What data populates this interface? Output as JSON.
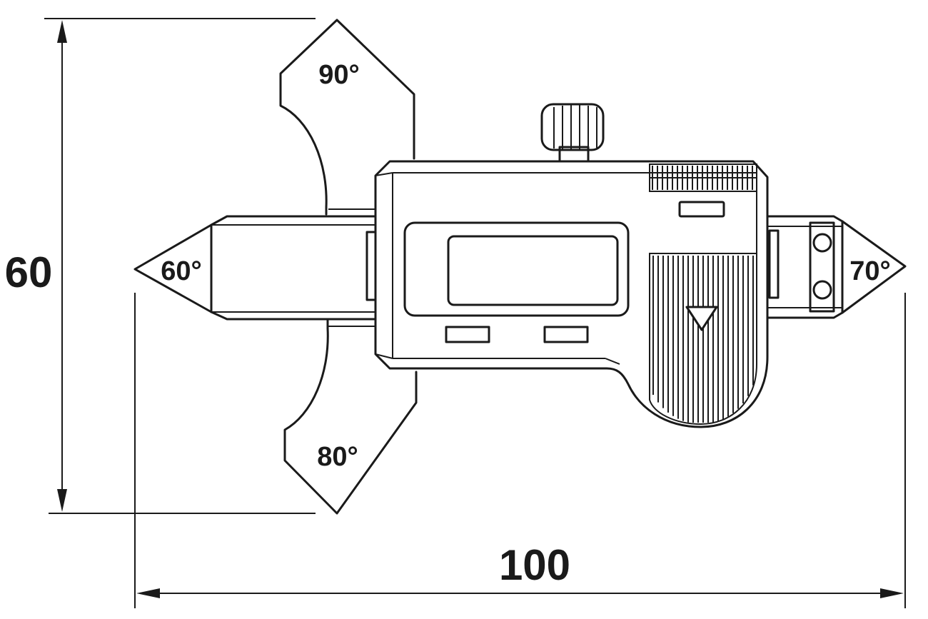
{
  "dimensions": {
    "height_label": "60",
    "width_label": "100"
  },
  "angles": {
    "top": "90°",
    "left": "60°",
    "bottom": "80°",
    "right": "70°"
  },
  "colors": {
    "line": "#1a1a1a",
    "background": "#ffffff"
  }
}
